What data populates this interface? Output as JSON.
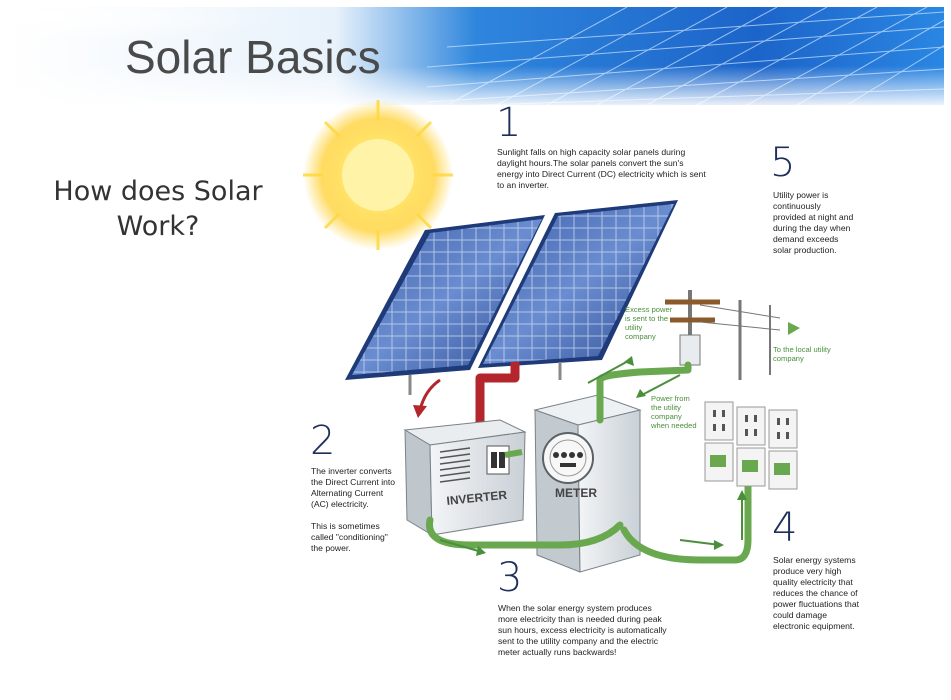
{
  "slide": {
    "title": "Solar Basics",
    "subtitle": "How does Solar Work?"
  },
  "steps": [
    {
      "number": "1",
      "text": "Sunlight falls on high capacity solar panels during daylight hours.The solar panels convert the sun's energy into Direct Current (DC) electricity which is sent to an inverter."
    },
    {
      "number": "2",
      "text": "The inverter converts the Direct Current into Alternating Current (AC) electricity.",
      "text2": "This is sometimes called \"conditioning\" the power."
    },
    {
      "number": "3",
      "text": "When the solar energy system produces more electricity than is needed during peak sun hours, excess electricity is automatically sent to the utility company and the electric meter actually runs backwards!"
    },
    {
      "number": "4",
      "text": "Solar energy systems produce very high quality electricity that reduces the chance of power fluctuations that could damage electronic equipment."
    },
    {
      "number": "5",
      "text": "Utility power is continuously provided at night and during the day when demand exceeds solar production."
    }
  ],
  "annotations": {
    "excess": "Excess power is sent to the utility company",
    "from_utility": "Power from the utility company when needed",
    "to_local": "To the local utility company"
  },
  "labels": {
    "inverter": "INVERTER",
    "meter": "METER"
  },
  "colors": {
    "banner_blue": "#1f6fd1",
    "wire_green": "#6aa84f",
    "wire_red": "#b3262b",
    "number_navy": "#1d2f5a"
  }
}
